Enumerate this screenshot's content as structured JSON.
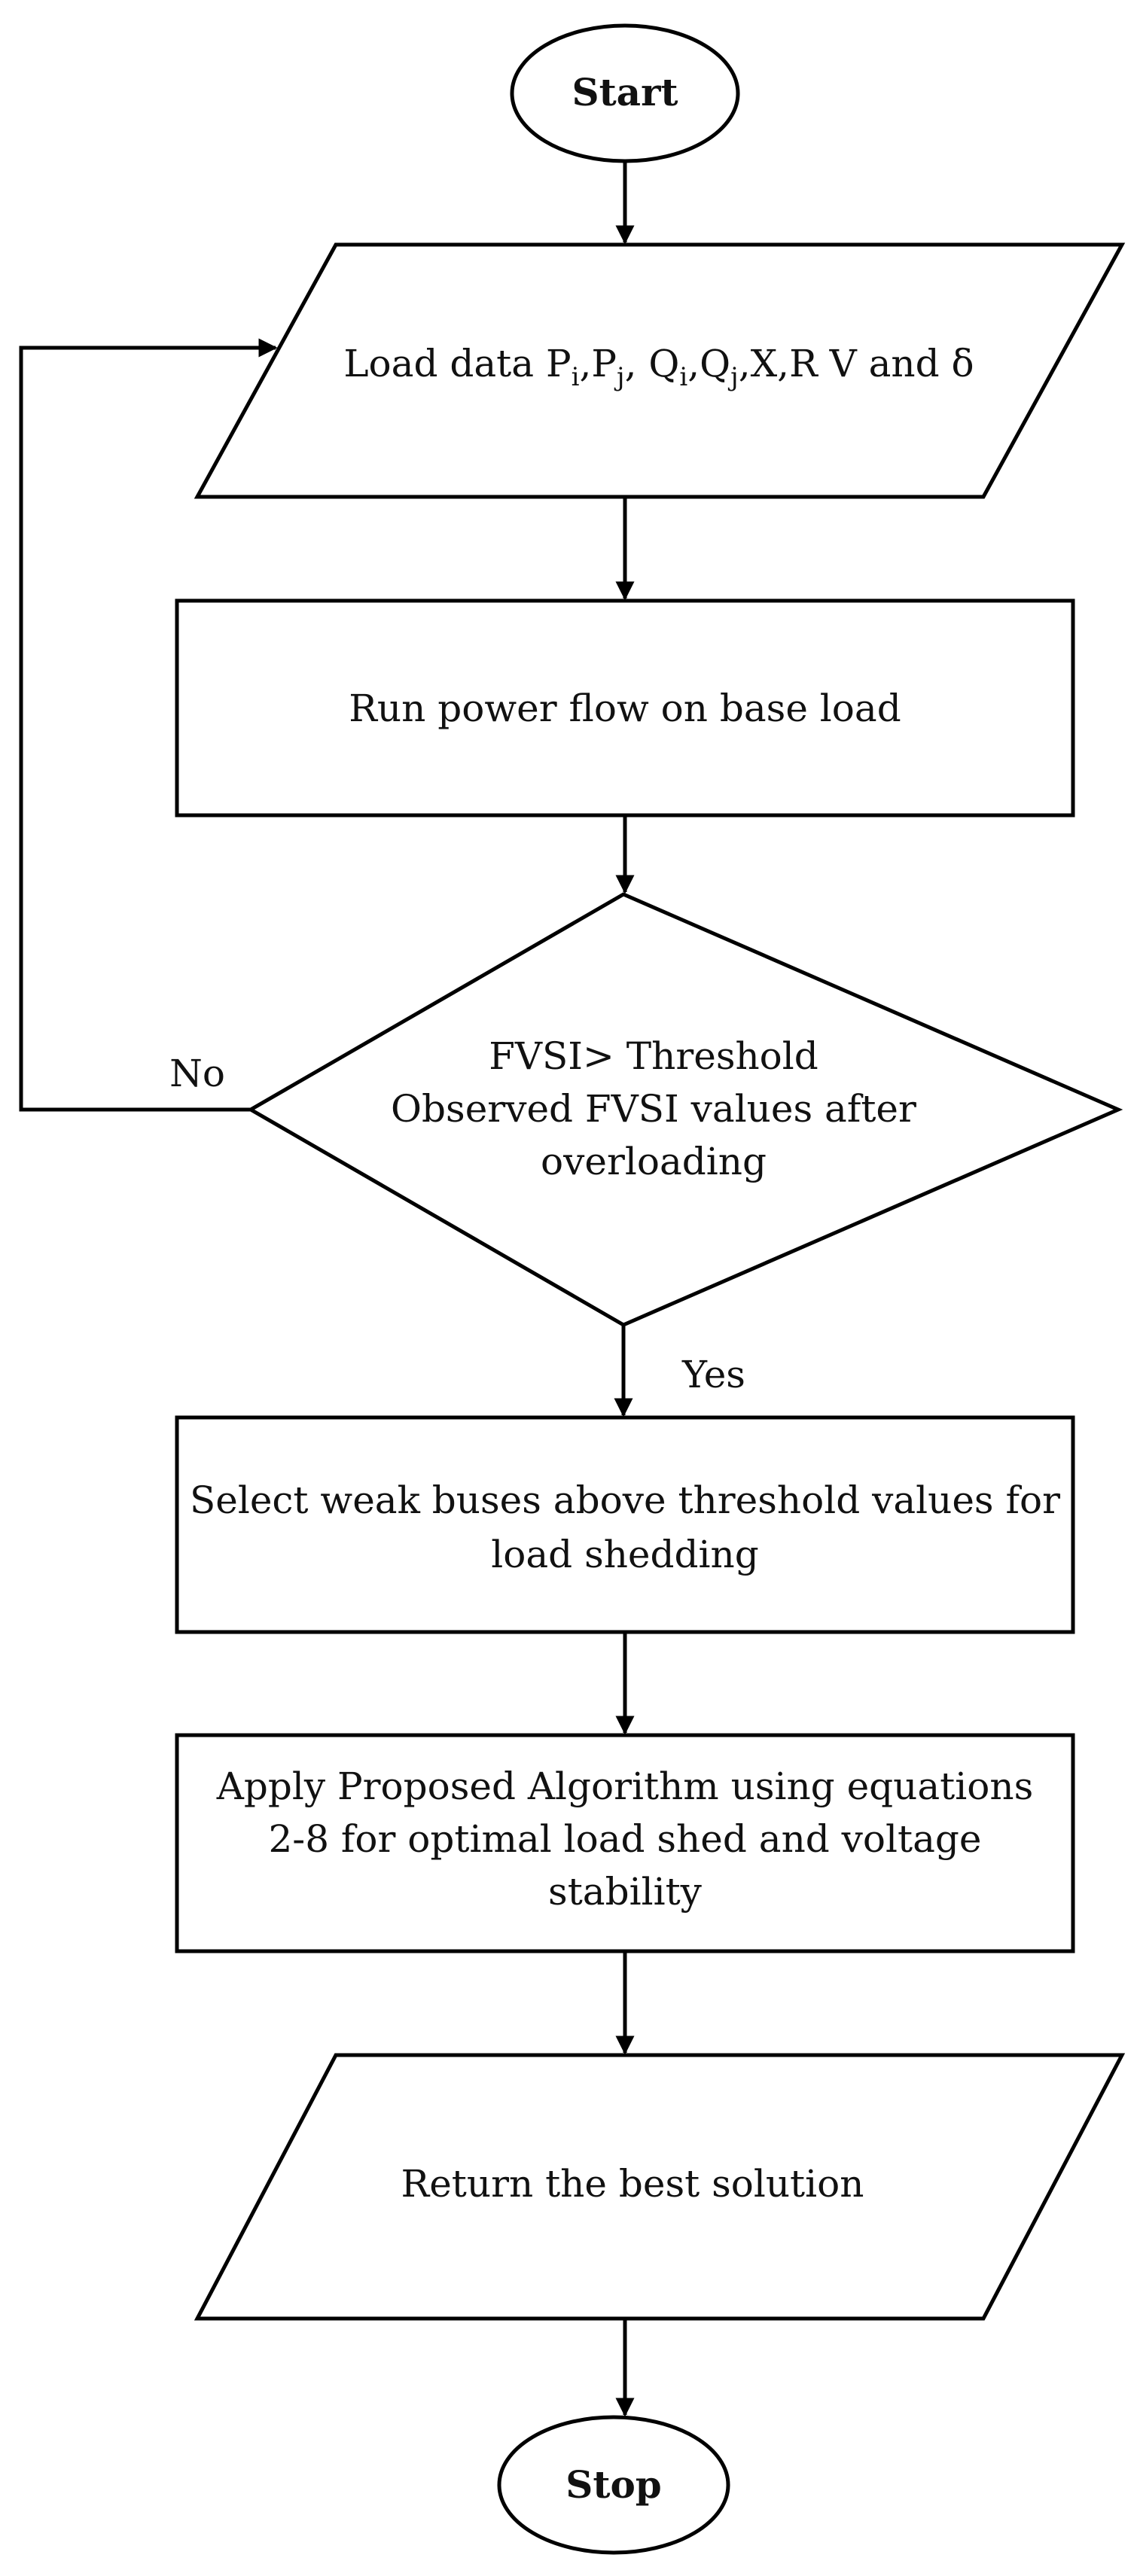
{
  "nodes": {
    "start": {
      "label": "Start"
    },
    "load_data": {
      "prefix": "Load data P",
      "p_i_sub": "i",
      "p_j_lead": ",P",
      "p_j_sub": "j",
      "q_i_lead": ", Q",
      "q_i_sub": "i",
      "q_j_lead": ",Q",
      "q_j_sub": "j",
      "suffix": ",X,R V and δ"
    },
    "power_flow": {
      "label": "Run power flow on base load"
    },
    "decision": {
      "line1": "FVSI> Threshold",
      "line2": "Observed FVSI values after",
      "line3": "overloading"
    },
    "select_weak": {
      "line1": "Select weak buses above threshold values for",
      "line2": "load shedding"
    },
    "apply_algorithm": {
      "line1": "Apply Proposed Algorithm using equations",
      "line2": "2-8 for optimal load shed and voltage",
      "line3": "stability"
    },
    "return_best": {
      "label": "Return the best solution"
    },
    "stop": {
      "label": "Stop"
    }
  },
  "edges": {
    "no_label": "No",
    "yes_label": "Yes"
  }
}
